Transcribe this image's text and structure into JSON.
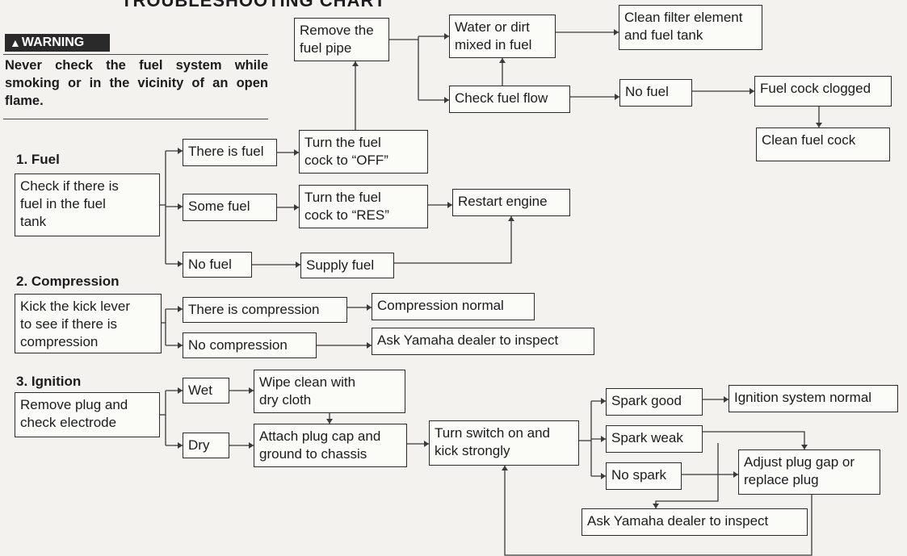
{
  "title": "TROUBLESHOOTING CHART",
  "warning": {
    "badge": "WARNING",
    "icon": "warning-triangle-icon",
    "text": "Never check the fuel system while smoking or in the vicinity of an open flame."
  },
  "sections": {
    "fuel": "1.  Fuel",
    "compression": "2.  Compression",
    "ignition": "3.  Ignition"
  },
  "boxes": {
    "check_fuel": "Check if there is\nfuel in the fuel\ntank",
    "there_is_fuel": "There is fuel",
    "some_fuel": "Some fuel",
    "no_fuel": "No fuel",
    "turn_off": "Turn the fuel\ncock to “OFF”",
    "turn_res": "Turn the fuel\ncock to “RES”",
    "supply_fuel": "Supply fuel",
    "restart_engine": "Restart engine",
    "remove_fuel_pipe": "Remove the\nfuel pipe",
    "water_dirt": "Water or dirt\nmixed in fuel",
    "clean_filter": "Clean filter element\nand fuel tank",
    "check_fuel_flow": "Check fuel flow",
    "no_fuel_flow": "No fuel",
    "fuel_cock_clogged": "Fuel cock clogged",
    "clean_fuel_cock": "Clean fuel cock",
    "kick_lever": "Kick the kick lever\nto see if there is\ncompression",
    "there_is_compression": "There is compression",
    "no_compression": "No compression",
    "compression_normal": "Compression normal",
    "ask_dealer_compression": "Ask Yamaha dealer to inspect",
    "remove_plug": "Remove plug and\ncheck electrode",
    "wet": "Wet",
    "dry": "Dry",
    "wipe_clean": "Wipe clean with\ndry cloth",
    "attach_plug_cap": "Attach plug cap and\nground to chassis",
    "turn_switch": "Turn switch on and\nkick strongly",
    "spark_good": "Spark good",
    "spark_weak": "Spark weak",
    "no_spark": "No spark",
    "ignition_normal": "Ignition system normal",
    "adjust_plug": "Adjust plug gap or\nreplace plug",
    "ask_dealer_ignition": "Ask Yamaha dealer to inspect"
  }
}
